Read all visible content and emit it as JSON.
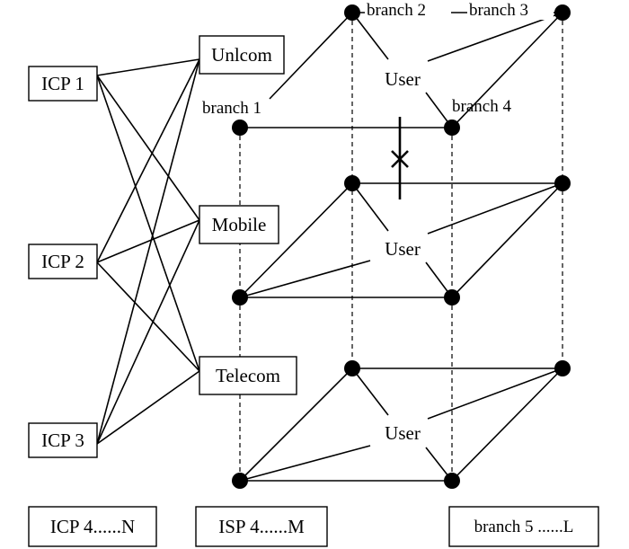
{
  "icps": [
    "ICP 1",
    "ICP 2",
    "ICP 3"
  ],
  "icp_more": "ICP 4......N",
  "isps": [
    "Unlcom",
    "Mobile",
    "Telecom"
  ],
  "isp_more": "ISP 4......M",
  "branch_labels": [
    "branch 1",
    "branch 2",
    "branch 3",
    "branch 4"
  ],
  "branch_more": "branch 5 ......L",
  "user_label": "User",
  "failure_mark": "✕"
}
